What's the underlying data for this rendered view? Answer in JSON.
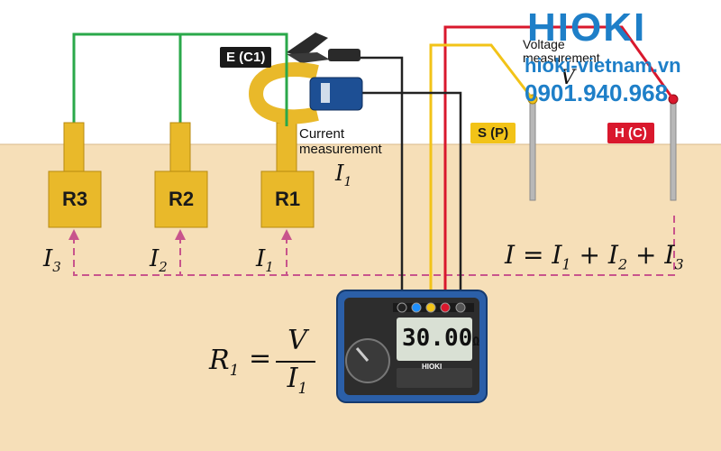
{
  "colors": {
    "ground": "#f6dfb8",
    "sky": "#ffffff",
    "electrode": "#e9b92a",
    "green_wire": "#2aa84a",
    "red_wire": "#d9182d",
    "yellow_wire": "#f2c318",
    "black_wire": "#222222",
    "dashed": "#c8548c",
    "device_body": "#2b5fa8",
    "brand_blue": "#1e7fc8"
  },
  "electrodes": [
    {
      "label": "R3",
      "current": "3"
    },
    {
      "label": "R2",
      "current": "2"
    },
    {
      "label": "R1",
      "current": "1"
    }
  ],
  "terminals": {
    "e": "E (C1)",
    "s": "S (P)",
    "h": "H (C)"
  },
  "current_measurement": {
    "line1": "Current",
    "line2": "measurement",
    "symbol": "I",
    "subscript": "1"
  },
  "voltage_measurement": {
    "line1": "Voltage",
    "line2": "measurement",
    "symbol": "V"
  },
  "total_current_formula": {
    "lhs": "I",
    "eq": "=",
    "t1": "I",
    "s1": "1",
    "t2": "I",
    "s2": "2",
    "t3": "I",
    "s3": "3",
    "plus": "+"
  },
  "resistance_formula": {
    "lhs": "R",
    "lhs_sub": "1",
    "eq": "=",
    "num": "V",
    "den": "I",
    "den_sub": "1"
  },
  "meter": {
    "display": "30.00",
    "unit": "Ω",
    "brand": "HIOKI"
  },
  "branding": {
    "logo": "HIOKI",
    "website": "hioki-vietnam.vn",
    "phone": "0901.940.968"
  }
}
